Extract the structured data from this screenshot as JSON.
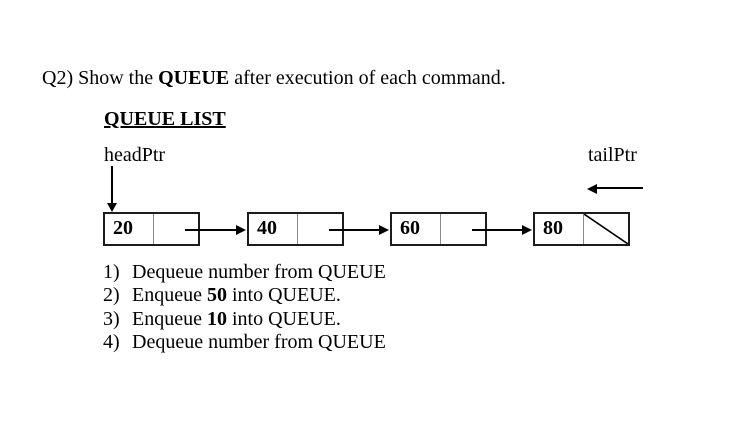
{
  "question": {
    "prefix": "Q2) Show the ",
    "bold": "QUEUE",
    "suffix": " after execution of each command."
  },
  "heading": "QUEUE LIST",
  "pointers": {
    "head": "headPtr",
    "tail": "tailPtr"
  },
  "queue_nodes": [
    {
      "value": "20",
      "next": "pointer-to-next"
    },
    {
      "value": "40",
      "next": "pointer-to-next"
    },
    {
      "value": "60",
      "next": "pointer-to-next"
    },
    {
      "value": "80",
      "next": "null"
    }
  ],
  "commands": [
    {
      "num": "1)",
      "pre": "Dequeue number from QUEUE",
      "bold": "",
      "post": ""
    },
    {
      "num": "2)",
      "pre": "Enqueue ",
      "bold": "50",
      "post": " into QUEUE."
    },
    {
      "num": "3)",
      "pre": "Enqueue ",
      "bold": "10",
      "post": " into QUEUE."
    },
    {
      "num": "4)",
      "pre": "Dequeue number from QUEUE",
      "bold": "",
      "post": ""
    }
  ],
  "colors": {
    "text": "#000000",
    "node_border": "#1c1c1c",
    "cell_divider": "#8a8a8a",
    "arrow": "#000000",
    "background": "#ffffff"
  }
}
